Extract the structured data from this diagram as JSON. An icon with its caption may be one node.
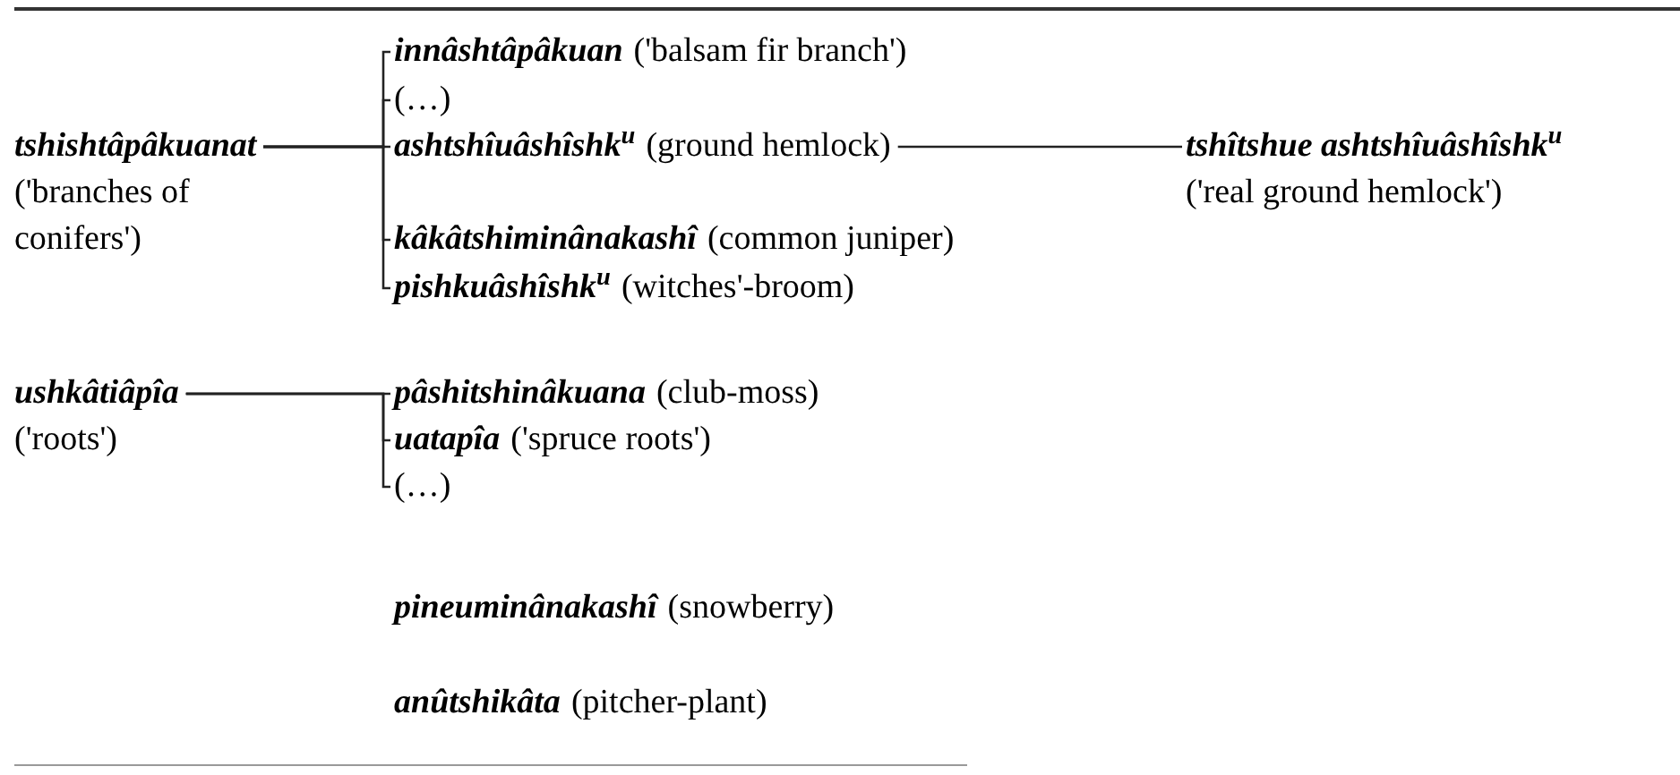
{
  "diagram": {
    "nodes": [
      {
        "text": [
          "tshishtâpâkuanat",
          "('branches of conifers')"
        ]
      },
      {
        "text": [
          "innâshtâpâkuan",
          "('balsam fir branch')"
        ]
      },
      {
        "text": [
          "(…)"
        ]
      },
      {
        "text": [
          "ashtshîuâshîshk$^{u}$",
          "(ground hemlock)"
        ]
      },
      {
        "text": [
          "kâkâtshiminânakashî",
          "(common juniper)"
        ]
      },
      {
        "text": [
          "pishkuâshîshk$^{u}$",
          "(witches'-broom)"
        ]
      },
      {
        "text": [
          "tshîtshue ashtshîuâshîshk$^{u}$",
          "('real ground hemlock')"
        ]
      },
      {
        "text": [
          "ushkâtiâpîa",
          "('roots')"
        ]
      },
      {
        "text": [
          "pâshitshinâkuana",
          "(club-moss)"
        ]
      },
      {
        "text": [
          "uatapîa",
          "('spruce roots')"
        ]
      },
      {
        "text": [
          "(…)"
        ]
      },
      {
        "text": [
          "pineuminânakashî",
          "(snowberry)"
        ]
      },
      {
        "text": [
          "anûtshikâta",
          "(pitcher-plant)"
        ]
      }
    ],
    "edges": [
      {
        "from": 0,
        "to": 1,
        "arrow": "none"
      },
      {
        "from": 0,
        "to": 2,
        "arrow": "none"
      },
      {
        "from": 0,
        "to": 3,
        "arrow": "none"
      },
      {
        "from": 0,
        "to": 4,
        "arrow": "none"
      },
      {
        "from": 0,
        "to": 5,
        "arrow": "none"
      },
      {
        "from": 3,
        "to": 6,
        "arrow": "none"
      },
      {
        "from": 7,
        "to": 8,
        "arrow": "none"
      },
      {
        "from": 7,
        "to": 9,
        "arrow": "none"
      },
      {
        "from": 7,
        "to": 10,
        "arrow": "none"
      }
    ]
  }
}
